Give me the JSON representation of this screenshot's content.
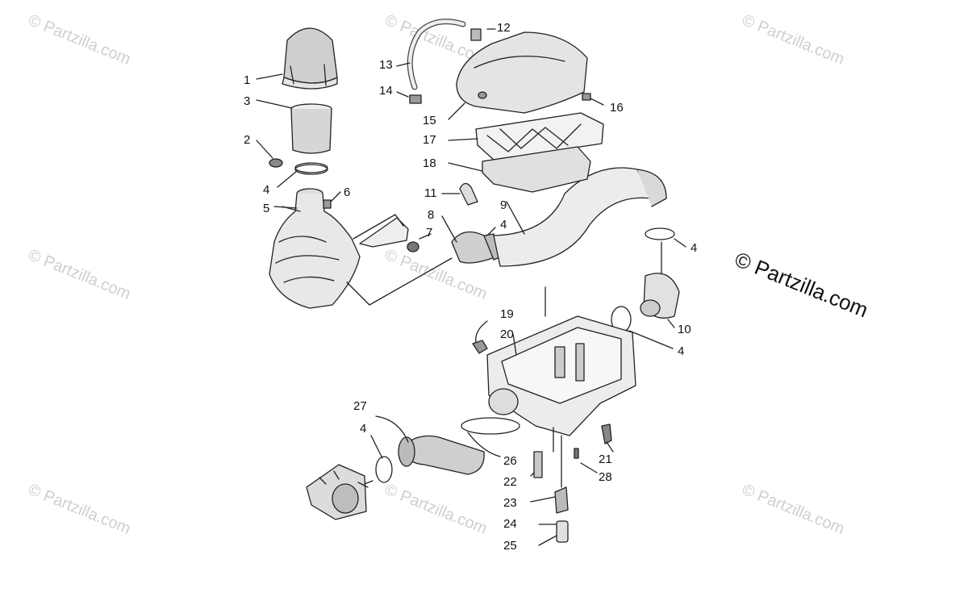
{
  "watermark_text": "© Partzilla.com",
  "copyright_text": "© Partzilla.com",
  "callouts": [
    {
      "id": "c1",
      "label": "1"
    },
    {
      "id": "c2",
      "label": "2"
    },
    {
      "id": "c3",
      "label": "3"
    },
    {
      "id": "c4a",
      "label": "4"
    },
    {
      "id": "c5",
      "label": "5"
    },
    {
      "id": "c6",
      "label": "6"
    },
    {
      "id": "c7",
      "label": "7"
    },
    {
      "id": "c8",
      "label": "8"
    },
    {
      "id": "c4b",
      "label": "4"
    },
    {
      "id": "c9",
      "label": "9"
    },
    {
      "id": "c11",
      "label": "11"
    },
    {
      "id": "c12",
      "label": "12"
    },
    {
      "id": "c13",
      "label": "13"
    },
    {
      "id": "c14",
      "label": "14"
    },
    {
      "id": "c15",
      "label": "15"
    },
    {
      "id": "c16",
      "label": "16"
    },
    {
      "id": "c17",
      "label": "17"
    },
    {
      "id": "c18",
      "label": "18"
    },
    {
      "id": "c4c",
      "label": "4"
    },
    {
      "id": "c10",
      "label": "10"
    },
    {
      "id": "c4d",
      "label": "4"
    },
    {
      "id": "c19",
      "label": "19"
    },
    {
      "id": "c20",
      "label": "20"
    },
    {
      "id": "c27",
      "label": "27"
    },
    {
      "id": "c4e",
      "label": "4"
    },
    {
      "id": "c26",
      "label": "26"
    },
    {
      "id": "c21",
      "label": "21"
    },
    {
      "id": "c28",
      "label": "28"
    },
    {
      "id": "c22",
      "label": "22"
    },
    {
      "id": "c23",
      "label": "23"
    },
    {
      "id": "c24",
      "label": "24"
    },
    {
      "id": "c25",
      "label": "25"
    }
  ]
}
